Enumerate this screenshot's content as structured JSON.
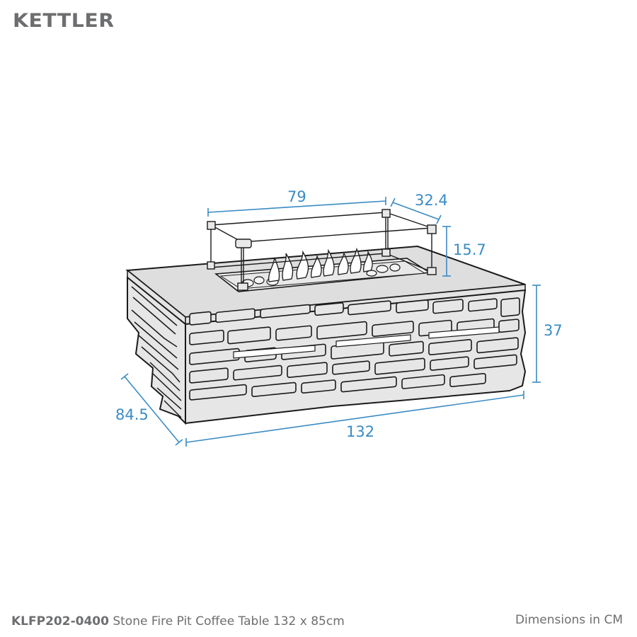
{
  "brand": {
    "logo_text": "KETTLER",
    "color": "#6d6e70"
  },
  "product": {
    "code": "KLFP202-0400",
    "description": "Stone Fire Pit Coffee Table 132 x 85cm"
  },
  "units_note": "Dimensions in CM",
  "dimensions": {
    "color": "#3a8bc4",
    "glass_width": "79",
    "glass_depth": "32.4",
    "glass_height": "15.7",
    "table_height": "37",
    "table_depth": "84.5",
    "table_width": "132"
  },
  "colors": {
    "stone_fill": "#e6e6e6",
    "top_fill": "#dedede",
    "outline": "#1a1a1a",
    "dimension_line": "#3a8bc4",
    "text_gray": "#6d6e70"
  }
}
